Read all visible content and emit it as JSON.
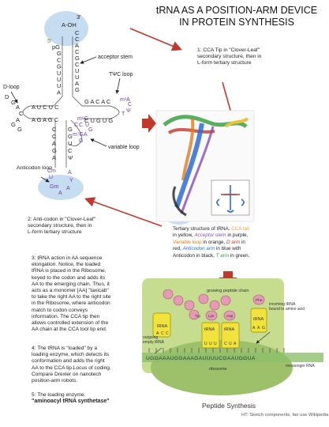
{
  "title": {
    "line1": "tRNA AS A POSITION-ARM DEVICE",
    "line2": "IN PROTEIN SYNTHESIS"
  },
  "cloverleaf": {
    "three_prime": "3'",
    "a_oh": "A-OH",
    "five_prime": "5'",
    "acceptor_stem": "acceptor stem",
    "tpsic_loop": "TΨC loop",
    "d_loop": "D-loop",
    "variable_loop": "variable loop",
    "anticodon_loop": "Anticodon loop",
    "acceptor_left": [
      "pG",
      "G",
      "C",
      "G",
      "U",
      "U",
      "U",
      "A"
    ],
    "acceptor_right": [
      "C",
      "C",
      "A",
      "C",
      "G",
      "C",
      "U",
      "U",
      "A",
      "G"
    ],
    "d_arm_top": "A  U C U C",
    "d_arm_bottom": "A  G A G C",
    "d_loop_left": [
      "D",
      "G",
      "A",
      "C",
      "A",
      "G",
      "G"
    ],
    "t_arm_top": "G A C A C",
    "t_arm_bottom": "C U G U G",
    "t_loop": [
      "m¹A",
      "T",
      "Ψ",
      "C"
    ],
    "variable": [
      "m⁷G",
      "G",
      "A",
      "G",
      "U",
      "C",
      "C",
      "m⁵C"
    ],
    "anticodon_stem_left": [
      "C",
      "C",
      "A",
      "G",
      "A"
    ],
    "anticodon_stem_right": [
      "G",
      "G",
      "U",
      "C",
      "Ψ"
    ],
    "anticodon": [
      "Cm",
      "U",
      "Gm",
      "A",
      "A",
      "Y",
      "A"
    ]
  },
  "notes": {
    "n1": [
      "1: CCA Tip in \"Clover-Leaf\"",
      "secondary structure, then in",
      "L-form tertiary structure"
    ],
    "n2": [
      "2: Anti-codon in \"Clover-Leaf\"",
      "secondary structure, then in",
      "L-form tertiary structure"
    ],
    "n3": [
      "3: tRNA action in AA sequence",
      "elongation. Notice, the loaded",
      "tRNA is placed in the Ribosome,",
      "keyed to the codon and adds its",
      "AA to the emerging chain. Thus, it",
      "acts as a monomer [AA] \"taxicab\"",
      "to take the right AA to the right site",
      "in the Ribosome, where anticodon",
      "match to codon conveys",
      "information. The CCA tip then",
      "allows controlled extension of the",
      "AA chain at the CCA tool tip end."
    ],
    "n4": [
      "4: The tRNA is \"loaded\" by a",
      "loading enzyme, which detects its",
      "conformation and adds the right",
      "AA to the CCA tip.Locus of coding.",
      "Compare Drexler on nanotech",
      "position-arm robots."
    ],
    "n5_line1": "5: The loading enzyme:",
    "n5_line2": "\"aminoacyl tRNA synthetase\""
  },
  "tertiary_caption": {
    "t1": "Tertiary structure of tRNA.",
    "cca": "CCA tail",
    "t2": "in yellow,",
    "acc": "Acceptor stem",
    "t3": "in purple,",
    "var": "Variable loop",
    "t4": "in orange,",
    "d": "D arm",
    "t5": "in red,",
    "anti": "Anticodon arm",
    "t6": "in blue with Anticodon",
    "t7": "in black,",
    "t": "T arm",
    "t8": "in green."
  },
  "ribosome": {
    "growing_chain": "growing peptide chain",
    "outgoing": [
      "outgoing",
      "empty tRNA"
    ],
    "incoming": [
      "incoming tRNA",
      "bound to amino acid"
    ],
    "messenger": "messenger RNA",
    "ribosome_label": "ribosome",
    "trna_label": "tRNA",
    "aa": [
      "Trp",
      "Lys",
      "Asp",
      "Phe"
    ],
    "mrna_seq": "UGGAAAUGGAAAGAUUUUCGAAUGGUA",
    "codons_left": [
      "A",
      "C",
      "C"
    ],
    "codons_mid1": [
      "U",
      "U",
      "U"
    ],
    "codons_mid2": [
      "C",
      "U",
      "A"
    ],
    "codons_in": [
      "A",
      "A",
      "G"
    ]
  },
  "footer": {
    "synthesis": "Peptide Synthesis",
    "credit": "HT: Sketch components, fair use Wikipedia"
  },
  "colors": {
    "arrow_red": "#c0392b",
    "highlight": "#bcd6ee",
    "ribosome_green": "#c6dc8e",
    "trna_yellow": "#f2e23c",
    "aa_pink": "#e59bb4",
    "purple_label": "#6b3fa0"
  }
}
